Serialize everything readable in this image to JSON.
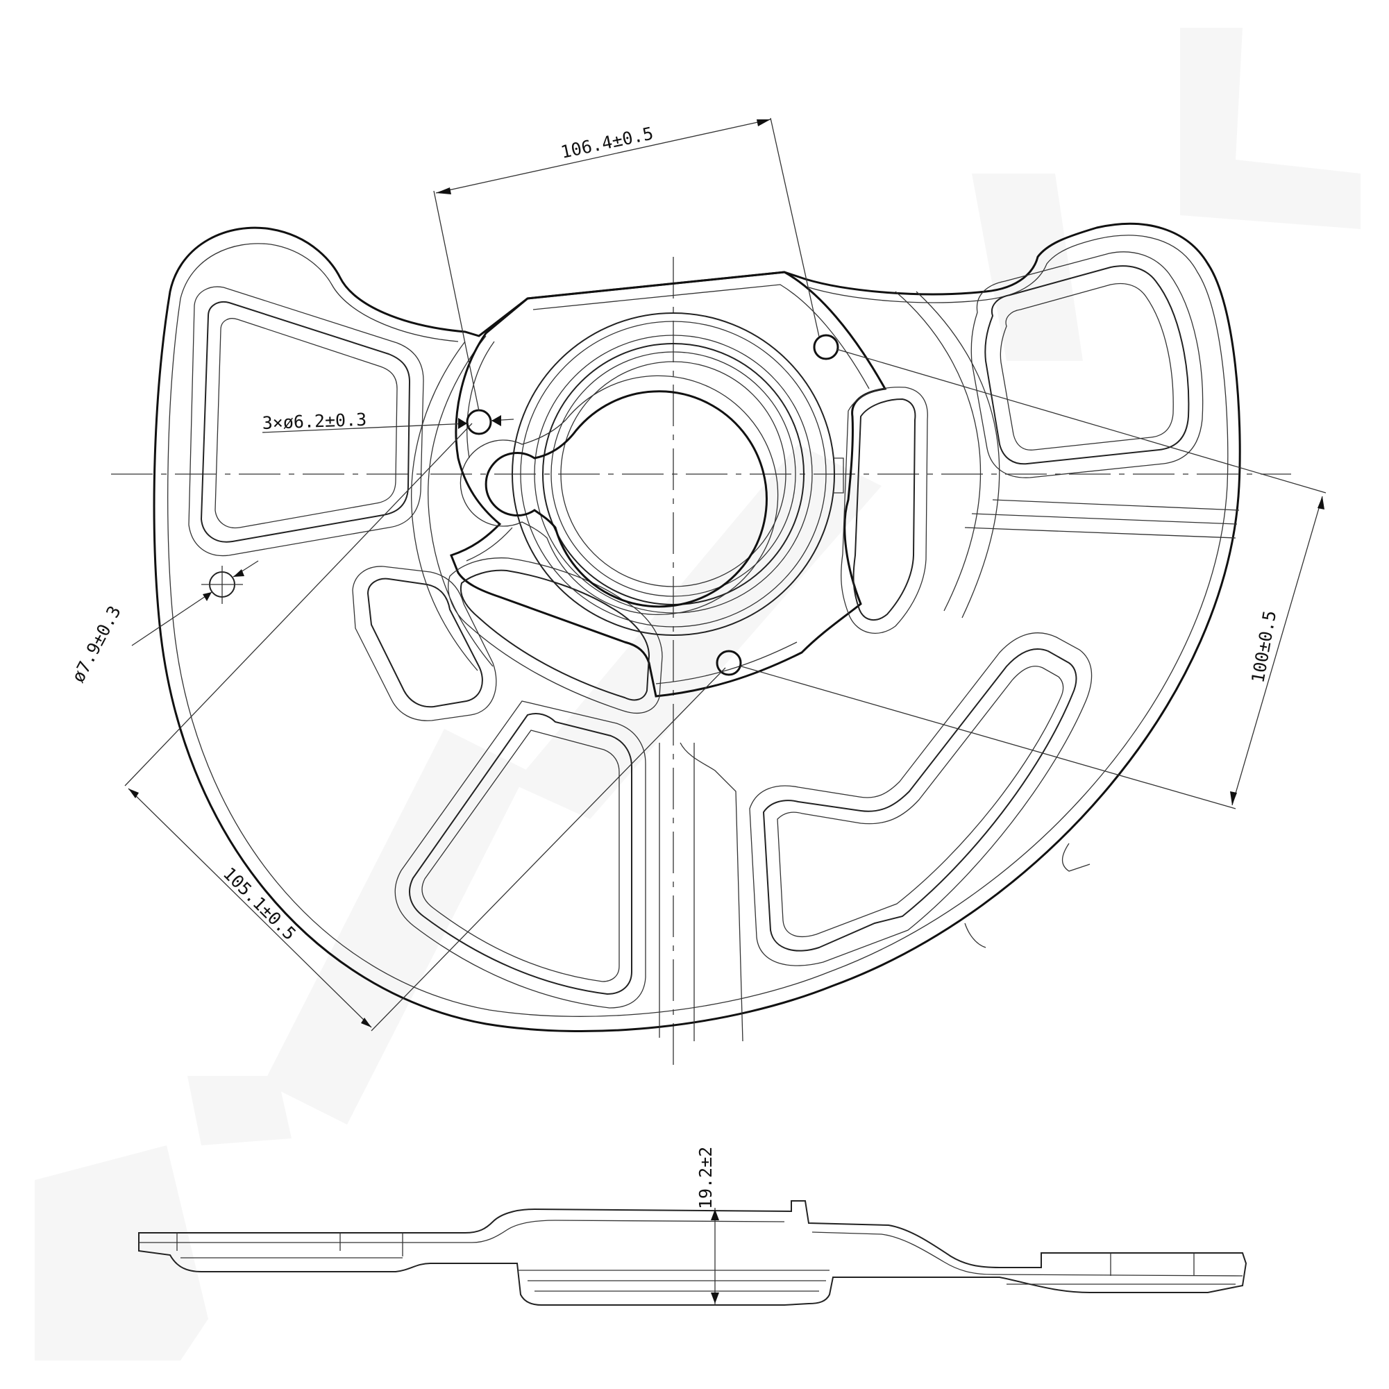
{
  "dimensions": {
    "hole_spacing_top": "106.4±0.5",
    "hole_count_diameter": "3×ø6.2±0.3",
    "small_hole_diameter": "ø7.9±0.3",
    "diagonal_distance": "105.1±0.5",
    "vertical_distance": "100±0.5",
    "thickness_height": "19.2±2"
  },
  "icons": {
    "watermark": "brand-watermark-logo"
  }
}
